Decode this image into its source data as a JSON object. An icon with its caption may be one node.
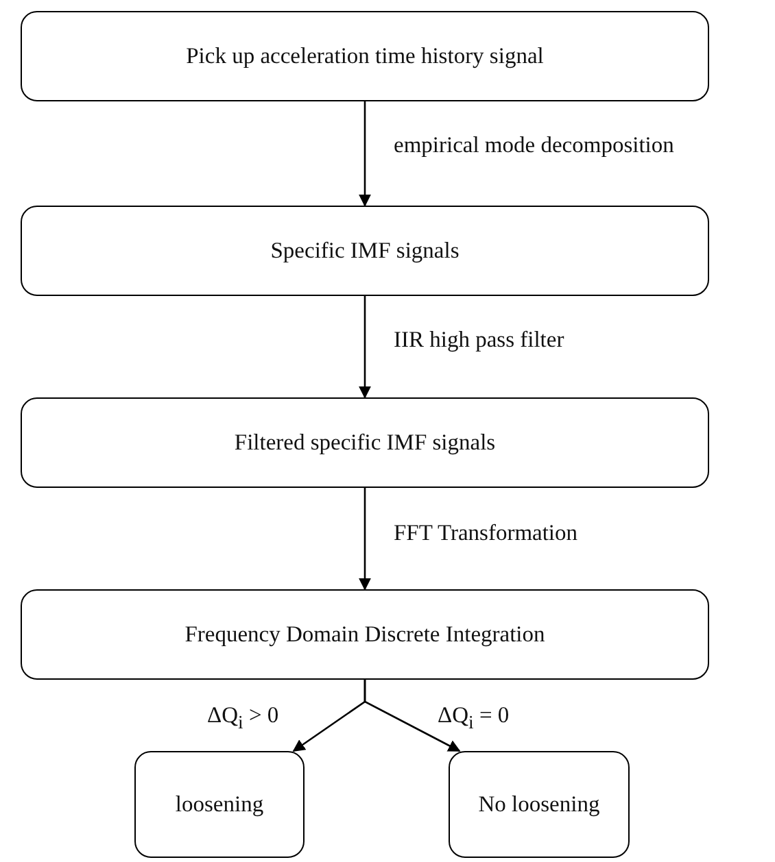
{
  "diagram": {
    "nodes": [
      {
        "text": [
          "Pick up acceleration time history signal"
        ]
      },
      {
        "text": [
          "Specific IMF signals"
        ]
      },
      {
        "text": [
          "Filtered specific IMF signals"
        ]
      },
      {
        "text": [
          "Frequency Domain Discrete Integration"
        ]
      },
      {
        "text": [
          "loosening"
        ]
      },
      {
        "text": [
          "No loosening"
        ]
      }
    ],
    "edges": [
      {
        "from": 0,
        "to": 1,
        "arrow": "to",
        "label": "empirical mode decomposition"
      },
      {
        "from": 1,
        "to": 2,
        "arrow": "to",
        "label": "IIR high pass filter"
      },
      {
        "from": 2,
        "to": 3,
        "arrow": "to",
        "label": "FFT Transformation"
      },
      {
        "from": 3,
        "to": 4,
        "arrow": "to",
        "label": "ΔQ$_{i}$ > 0"
      },
      {
        "from": 3,
        "to": 5,
        "arrow": "to",
        "label": "ΔQ$_{i}$ = 0"
      }
    ]
  }
}
